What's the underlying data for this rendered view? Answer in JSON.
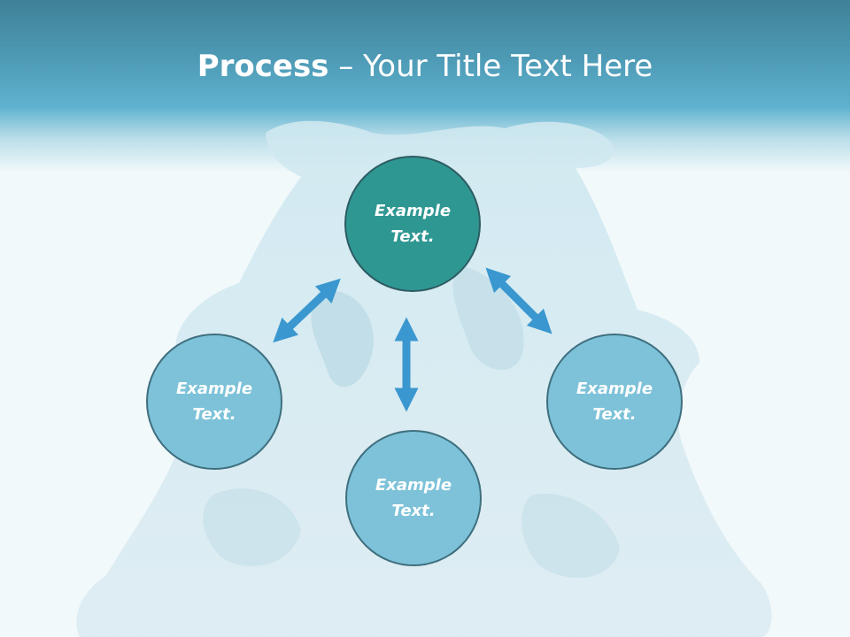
{
  "header": {
    "title_bold": "Process",
    "title_rest": " – Your Title Text Here"
  },
  "nodes": {
    "top": {
      "label": "Example Text."
    },
    "left": {
      "label": "Example Text."
    },
    "bottom": {
      "label": "Example Text."
    },
    "right": {
      "label": "Example Text."
    }
  },
  "colors": {
    "header_blue": "#4e9bb6",
    "top_node_fill": "#2f9792",
    "node_fill": "#7dc2d8",
    "node_border": "#3f6f7f",
    "arrow": "#3a97cf"
  }
}
